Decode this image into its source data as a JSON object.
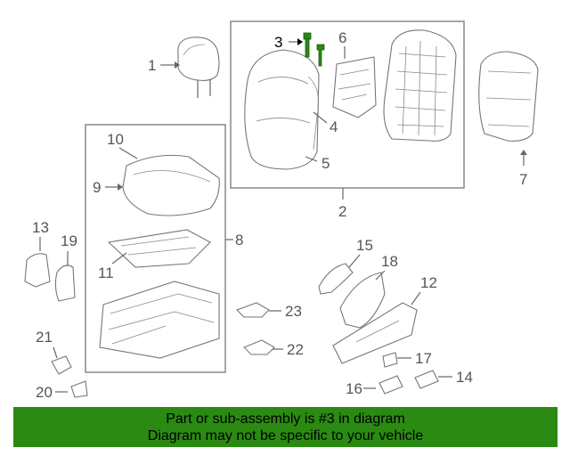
{
  "callouts": {
    "c1": "1",
    "c2": "2",
    "c3": "3",
    "c4": "4",
    "c5": "5",
    "c6": "6",
    "c7": "7",
    "c8": "8",
    "c9": "9",
    "c10": "10",
    "c11": "11",
    "c12": "12",
    "c13": "13",
    "c14": "14",
    "c15": "15",
    "c16": "16",
    "c17": "17",
    "c18": "18",
    "c19": "19",
    "c20": "20",
    "c21": "21",
    "c22": "22",
    "c23": "23"
  },
  "highlight_color": "#2a8a12",
  "banner": {
    "line1": "Part or sub-assembly is #3 in diagram",
    "line2": "Diagram may not be specific to your vehicle"
  }
}
